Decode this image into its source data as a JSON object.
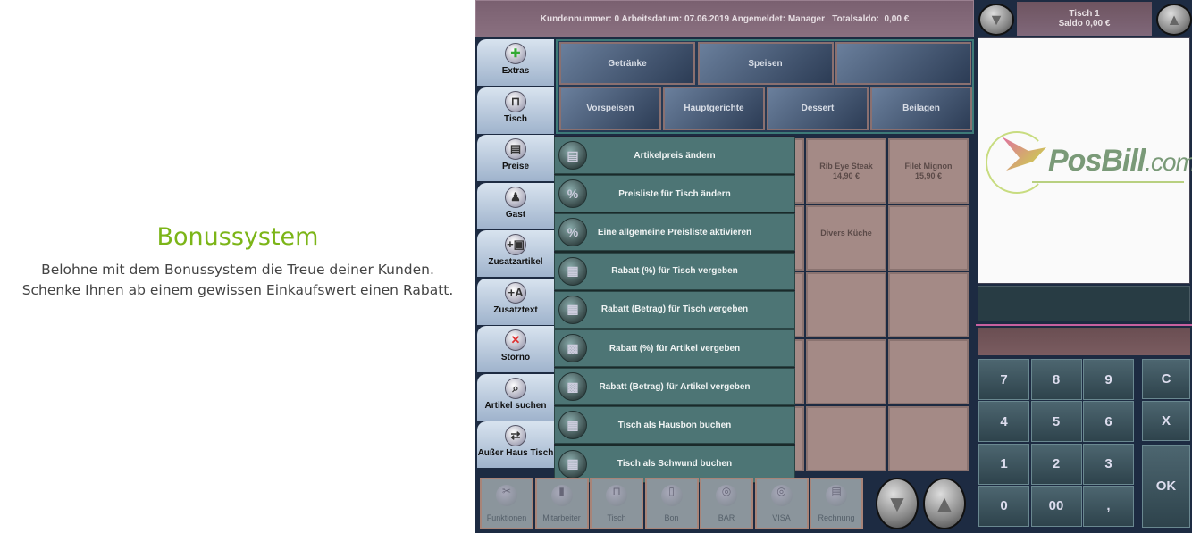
{
  "promo": {
    "title": "Bonussystem",
    "line1": "Belohne mit dem Bonussystem die Treue deiner Kunden.",
    "line2": "Schenke Ihnen ab einem gewissen Einkaufswert einen Rabatt."
  },
  "header": {
    "status": "Kundennummer: 0 Arbeitsdatum: 07.06.2019 Angemeldet: Manager   Totalsaldo:  0,00 €"
  },
  "tabs": [
    "Extras",
    "Tisch",
    "Preise",
    "Gast",
    "Zusatzartikel",
    "Zusatztext",
    "Storno",
    "Artikel suchen",
    "Außer Haus Tisch"
  ],
  "categories": {
    "row1": [
      "Getränke",
      "Speisen",
      ""
    ],
    "row2": [
      "Vorspeisen",
      "Hauptgerichte",
      "Dessert",
      "Beilagen"
    ]
  },
  "items": [
    {
      "name": "Rib Eye Steak",
      "price": "14,90 €"
    },
    {
      "name": "Filet Mignon",
      "price": "15,90 €"
    },
    {
      "name": "Divers Küche",
      "price": ""
    }
  ],
  "menu": [
    "Artikelpreis ändern",
    "Preisliste für Tisch ändern",
    "Eine allgemeine Preisliste aktivieren",
    "Rabatt (%) für Tisch vergeben",
    "Rabatt (Betrag) für Tisch vergeben",
    "Rabatt (%) für Artikel vergeben",
    "Rabatt (Betrag) für Artikel vergeben",
    "Tisch als Hausbon buchen",
    "Tisch als Schwund buchen"
  ],
  "toolbar": [
    "Funktionen",
    "Mitarbeiter",
    "Tisch",
    "Bon",
    "BAR",
    "VISA",
    "Rechnung"
  ],
  "table": {
    "name": "Tisch 1",
    "saldo": "Saldo 0,00 €"
  },
  "logo": {
    "text": "PosBill",
    "suffix": ".com"
  },
  "keypad": [
    "7",
    "8",
    "9",
    "4",
    "5",
    "6",
    "1",
    "2",
    "3",
    "0",
    "00",
    ","
  ],
  "keys_side": {
    "clear": "C",
    "x": "X",
    "ok": "OK"
  }
}
